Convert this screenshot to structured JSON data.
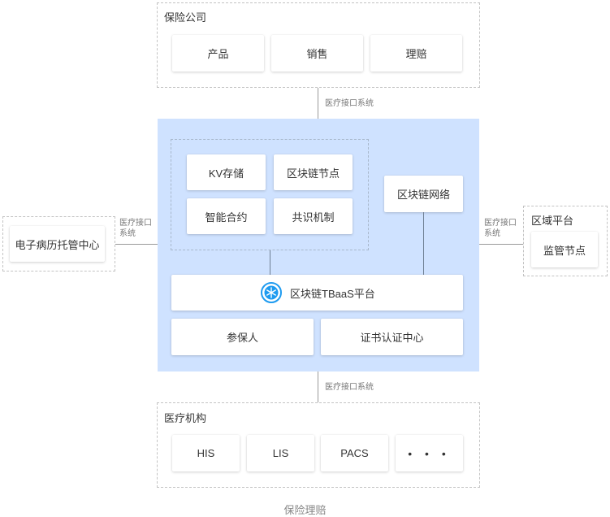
{
  "insurance": {
    "title": "保险公司",
    "items": [
      "产品",
      "销售",
      "理赔"
    ]
  },
  "interface_label": "医疗接口系统",
  "blockchain": {
    "inner": [
      "KV存储",
      "区块链节点",
      "智能合约",
      "共识机制"
    ],
    "network": "区块链网络",
    "platform": "区块链TBaaS平台",
    "bottom": [
      "参保人",
      "证书认证中心"
    ]
  },
  "left": {
    "label_line1": "医疗接口",
    "label_line2": "系统",
    "box": "电子病历托管中心"
  },
  "right": {
    "label_line1": "医疗接口",
    "label_line2": "系统",
    "title": "区域平台",
    "box": "监管节点"
  },
  "medical": {
    "title": "医疗机构",
    "items": [
      "HIS",
      "LIS",
      "PACS",
      "• • •"
    ]
  },
  "caption": "保险理赔",
  "colors": {
    "panel": "#cfe2ff",
    "platform_icon": "#1e9bf0"
  }
}
